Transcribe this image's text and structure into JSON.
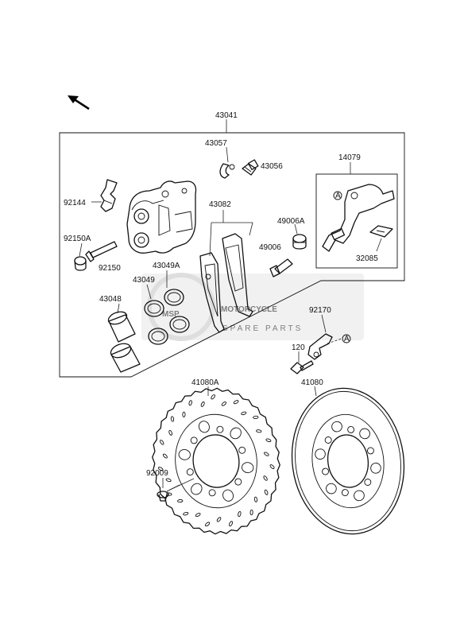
{
  "labels": {
    "l43041": "43041",
    "l43057": "43057",
    "l43056": "43056",
    "l14079": "14079",
    "l92144": "92144",
    "l43082": "43082",
    "l49006A": "49006A",
    "l92150A": "92150A",
    "l49006": "49006",
    "l32085": "32085",
    "l92150": "92150",
    "l43049A": "43049A",
    "l43049": "43049",
    "l43048": "43048",
    "l92170": "92170",
    "l120": "120",
    "l41080A": "41080A",
    "l41080": "41080",
    "l92009": "92009",
    "markA1": "A",
    "markA2": "A"
  },
  "watermark": {
    "brand_line1": "MOTORCYCLE",
    "brand_line2": "SPARE PARTS",
    "logo_text": "MSP",
    "color": "#c8c8c8"
  },
  "icons": {
    "direction": "arrow-up-left-icon"
  }
}
